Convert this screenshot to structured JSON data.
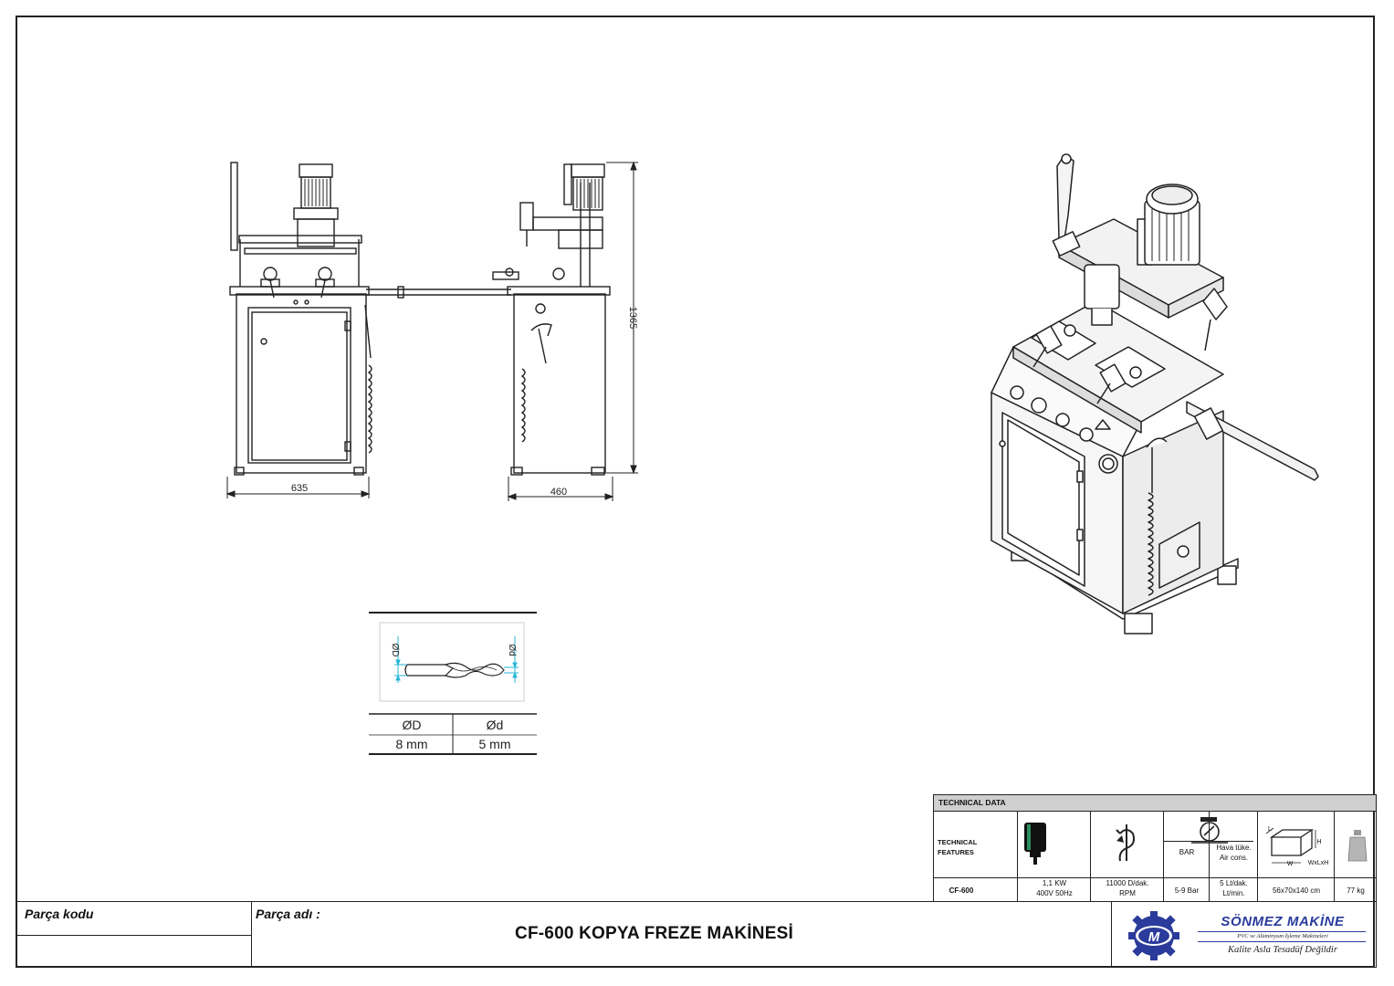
{
  "drawing": {
    "front_width_dim": "635",
    "side_depth_dim": "460",
    "height_dim": "1365"
  },
  "cutter": {
    "head_D": "ØD",
    "head_d": "Ød",
    "val_D": "8 mm",
    "val_d": "5 mm",
    "axis_D": "ØD",
    "axis_d": "Ød"
  },
  "technical": {
    "title": "TECHNICAL DATA",
    "features_label_1": "TECHNICAL",
    "features_label_2": "FEATURES",
    "model": "CF-600",
    "motor_1": "1,1 KW",
    "motor_2": "400V 50Hz",
    "rpm_1": "11000 D/dak.",
    "rpm_2": "RPM",
    "bar_head": "BAR",
    "air_head_1": "Hava tüke.",
    "air_head_2": "Air cons.",
    "bar_val": "5-9 Bar",
    "air_val_1": "5 Lt/dak.",
    "air_val_2": "Lt/min.",
    "dim_icon_label": "WxLxH",
    "dim_icon_w": "W",
    "dim_icon_h": "H",
    "dim_icon_l": "L",
    "dimensions": "56x70x140 cm",
    "weight": "77 kg"
  },
  "title_block": {
    "part_code_label": "Parça kodu",
    "part_name_label": "Parça adı :",
    "title": "CF-600 KOPYA FREZE MAKİNESİ",
    "brand": "SÖNMEZ MAKİNE",
    "brand_sub": "PVC ve Alüminyum İşleme Makineleri",
    "brand_slogan": "Kalite Asla Tesadüf Değildir",
    "logo_letter": "M"
  },
  "colors": {
    "line": "#222222",
    "brand_blue": "#2a3b9c",
    "header_gray": "#cfcfcf",
    "dim_cyan": "#25b5d8"
  }
}
